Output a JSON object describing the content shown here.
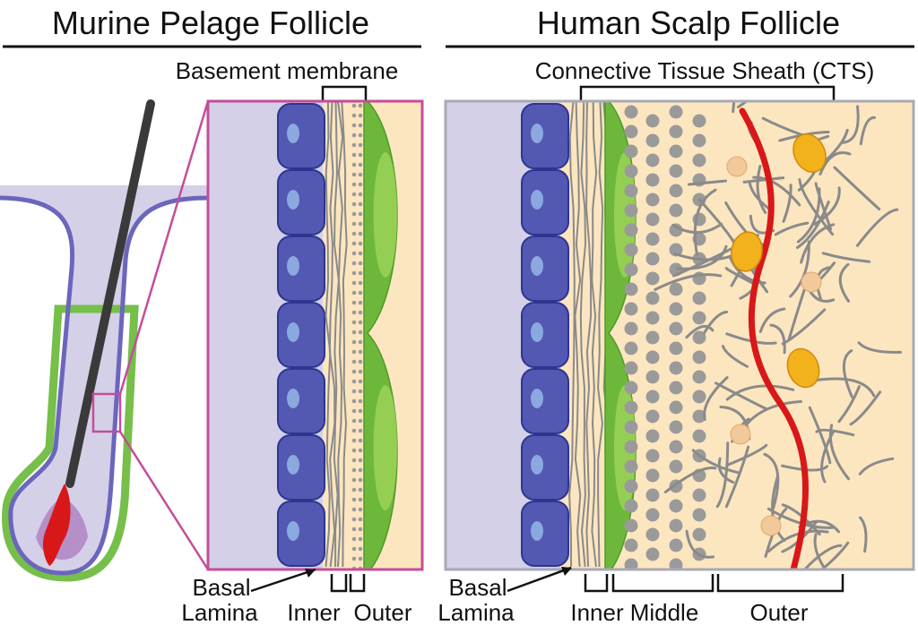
{
  "panels": {
    "murine": {
      "title": "Murine Pelage Follicle",
      "top_label": "Basement membrane",
      "bottom_labels": {
        "basal_line1": "Basal",
        "basal_line2": "Lamina",
        "inner": "Inner",
        "outer": "Outer"
      }
    },
    "human": {
      "title": "Human Scalp Follicle",
      "top_label": "Connective Tissue Sheath (CTS)",
      "bottom_labels": {
        "basal_line1": "Basal",
        "basal_line2": "Lamina",
        "inner": "Inner",
        "middle": "Middle",
        "outer": "Outer"
      }
    }
  },
  "colors": {
    "epithelium_bg": "#d4d0e8",
    "cts_bg": "#fce6c0",
    "basal_cell": "#5358b2",
    "basal_cell_stroke": "#2e3590",
    "nucleus": "#8ba8e0",
    "fibroblast": "#6db83a",
    "fibroblast_light": "#9dd45a",
    "fiber": "#8a8a8a",
    "dot": "#9a9a9a",
    "vessel": "#d81818",
    "adipocyte": "#f2b21c",
    "round_cell": "#f2c99a",
    "inset_frame": "#c44d9a",
    "hair_shaft": "#3a3a3a",
    "dermal_papilla": "#d81818"
  }
}
